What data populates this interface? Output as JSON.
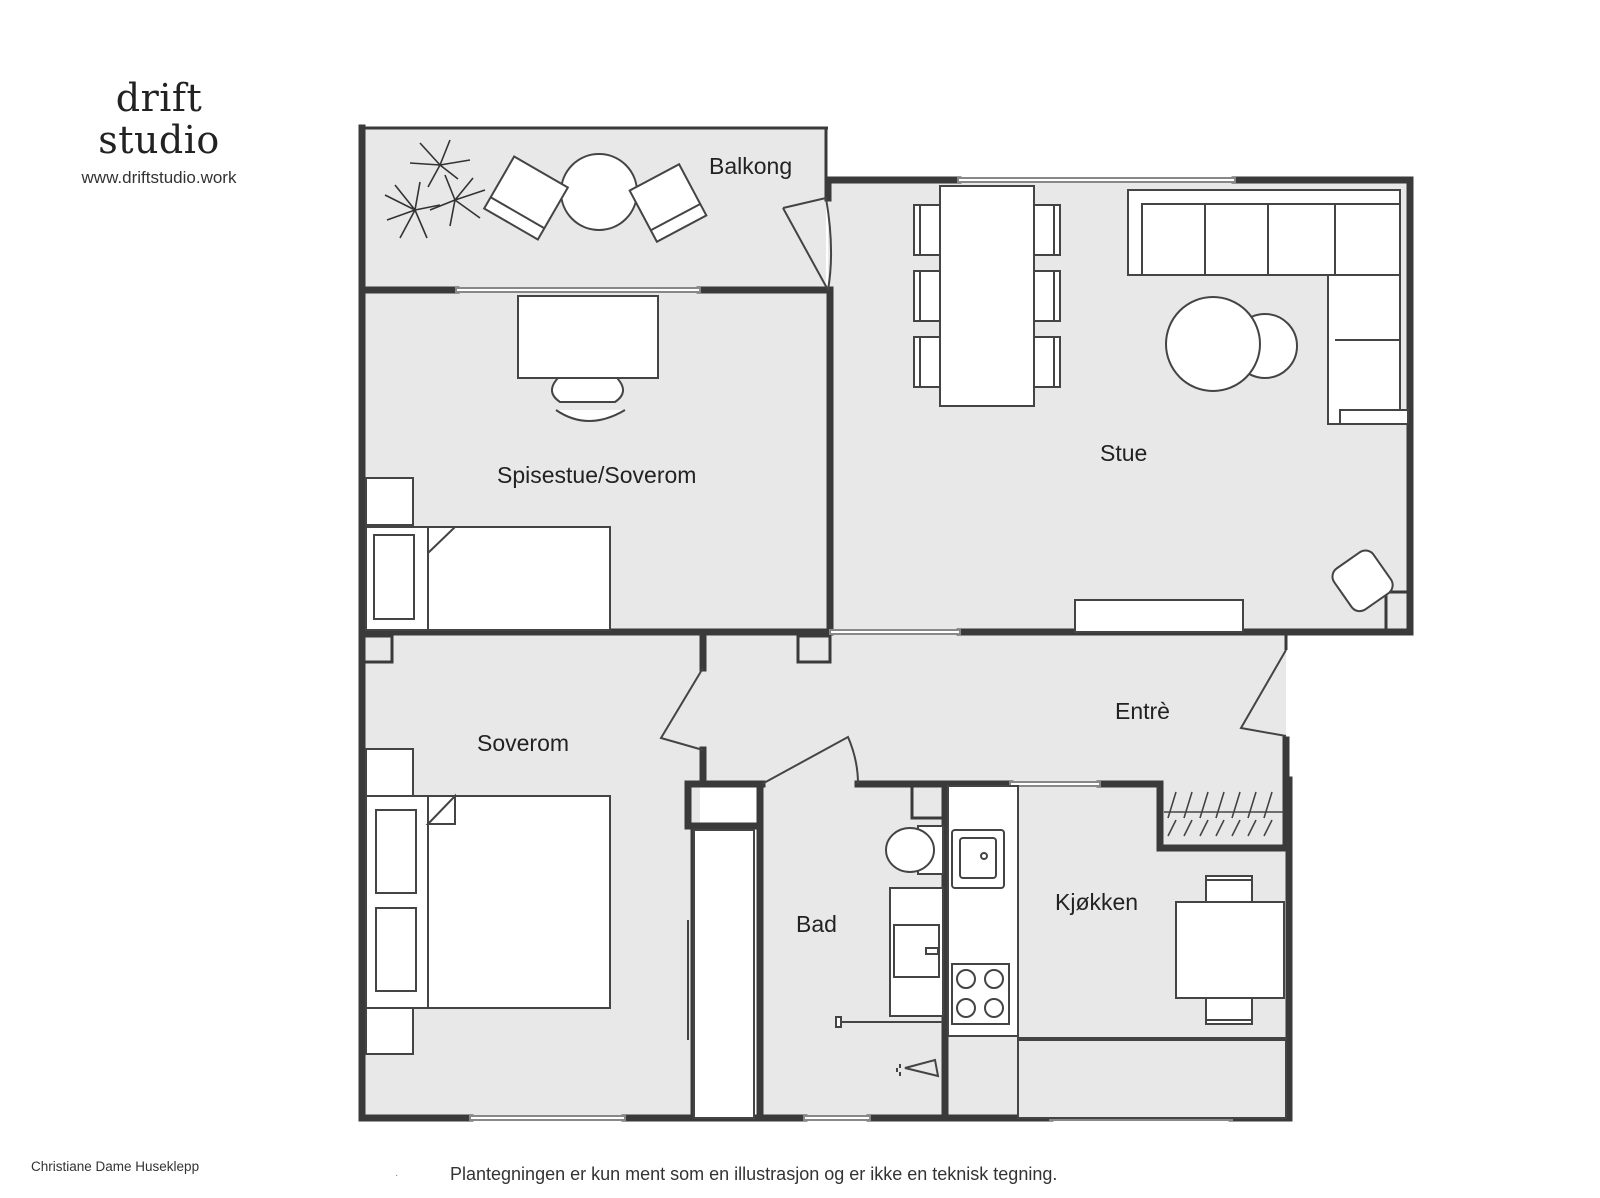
{
  "brand": {
    "name": "drift studio",
    "url": "www.driftstudio.work"
  },
  "rooms": {
    "balkong": "Balkong",
    "stue": "Stue",
    "spisestue": "Spisestue/Soverom",
    "soverom": "Soverom",
    "entre": "Entrè",
    "bad": "Bad",
    "kjokken": "Kjøkken"
  },
  "footer": {
    "credit": "Christiane Dame Huseklepp",
    "marker": "·",
    "disclaimer": "Plantegningen er kun ment som en illustrasjon og er ikke en teknisk tegning."
  },
  "colors": {
    "floor": "#e8e8e8",
    "wall": "#3a3a3a",
    "line": "#444444"
  }
}
